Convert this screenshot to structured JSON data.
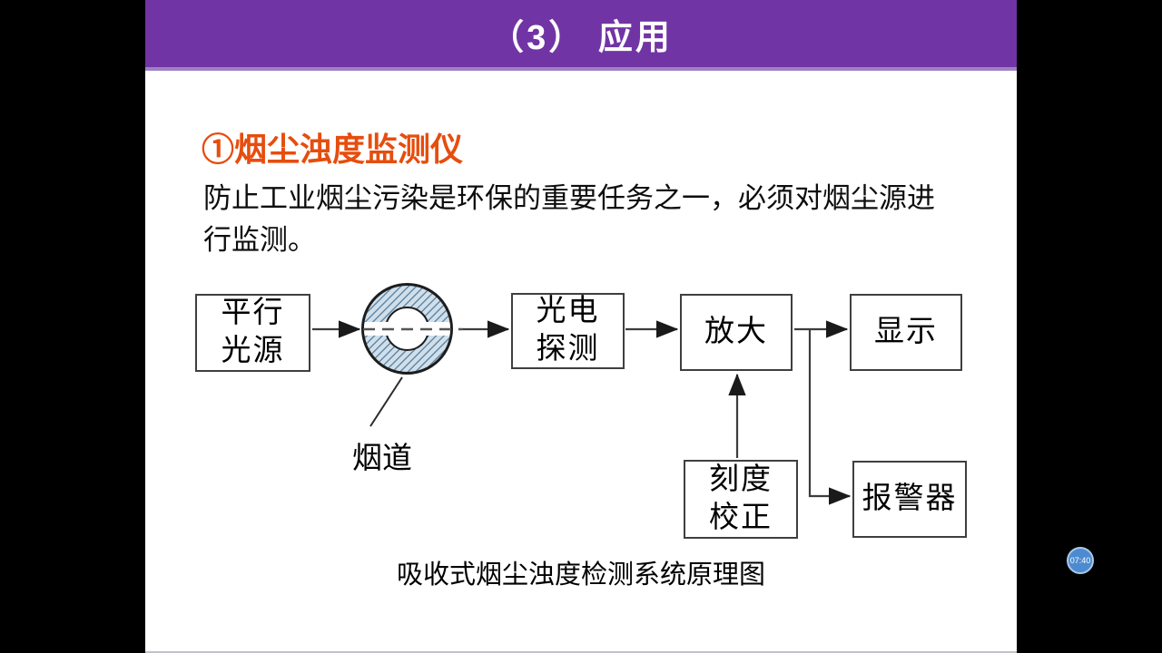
{
  "banner": {
    "title": "（3） 应用"
  },
  "content": {
    "heading": "①烟尘浊度监测仪",
    "paragraph": "防止工业烟尘污染是环保的重要任务之一，必须对烟尘源进\n行监测。",
    "caption": "吸收式烟尘浊度检测系统原理图"
  },
  "diagram": {
    "boxes": [
      {
        "id": "parallel-light-source",
        "label": "平行\n光源"
      },
      {
        "id": "photoelectric-detector",
        "label": "光电\n探测"
      },
      {
        "id": "amplifier",
        "label": "放大"
      },
      {
        "id": "display",
        "label": "显示"
      },
      {
        "id": "scale-calibration",
        "label": "刻度\n校正"
      },
      {
        "id": "alarm",
        "label": "报警器"
      }
    ],
    "duct_label": "烟道"
  },
  "overlay": {
    "timer_label": "07:40"
  },
  "colors": {
    "banner_purple": "#7134a5",
    "banner_edge": "#9d82c2",
    "heading_orange": "#e64d0e",
    "duct_fill": "#cfdfeb",
    "duct_hatch": "#6487a3",
    "connector_line": "#3c3c3c",
    "timer_blue": "#4d8bd0"
  }
}
